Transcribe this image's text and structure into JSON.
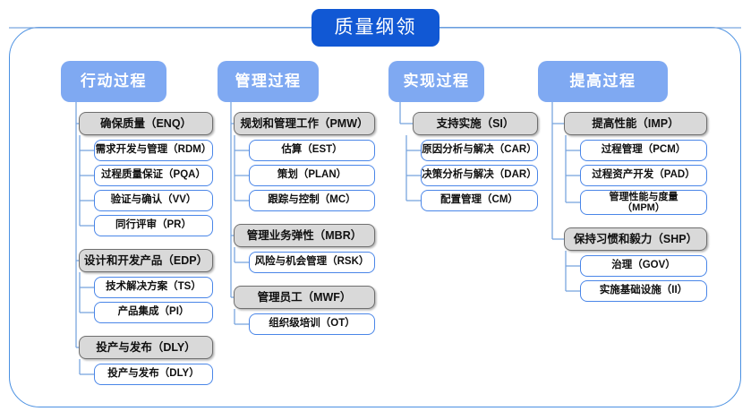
{
  "diagram": {
    "title": "质量纲领",
    "frame_color": "#4a90e2",
    "title_color": "#1158d4",
    "column_header_color": "#7fa9f2",
    "group_fill_color": "#d9d9d9",
    "leaf_border_color": "#4a86e8"
  },
  "columns": [
    {
      "header": "行动过程",
      "groups": [
        {
          "label": "确保质量（ENQ）",
          "children": [
            "需求开发与管理（RDM）",
            "过程质量保证（PQA）",
            "验证与确认（VV）",
            "同行评审（PR）"
          ]
        },
        {
          "label": "设计和开发产品（EDP）",
          "children": [
            "技术解决方案（TS）",
            "产品集成（PI）"
          ]
        },
        {
          "label": "投产与发布（DLY）",
          "children": [
            "投产与发布（DLY）"
          ]
        }
      ]
    },
    {
      "header": "管理过程",
      "groups": [
        {
          "label": "规划和管理工作（PMW）",
          "children": [
            "估算（EST）",
            "策划（PLAN）",
            "跟踪与控制（MC）"
          ]
        },
        {
          "label": "管理业务弹性（MBR）",
          "children": [
            "风险与机会管理（RSK）"
          ]
        },
        {
          "label": "管理员工（MWF）",
          "children": [
            "组织级培训（OT）"
          ]
        }
      ]
    },
    {
      "header": "实现过程",
      "groups": [
        {
          "label": "支持实施（SI）",
          "children": [
            "原因分析与解决（CAR）",
            "决策分析与解决（DAR）",
            "配置管理（CM）"
          ]
        }
      ]
    },
    {
      "header": "提高过程",
      "groups": [
        {
          "label": "提高性能（IMP）",
          "children": [
            "过程管理（PCM）",
            "过程资产开发（PAD）",
            "管理性能与度量\n（MPM）"
          ]
        },
        {
          "label": "保持习惯和毅力（SHP）",
          "children": [
            "治理（GOV）",
            "实施基础设施（II）"
          ]
        }
      ]
    }
  ]
}
